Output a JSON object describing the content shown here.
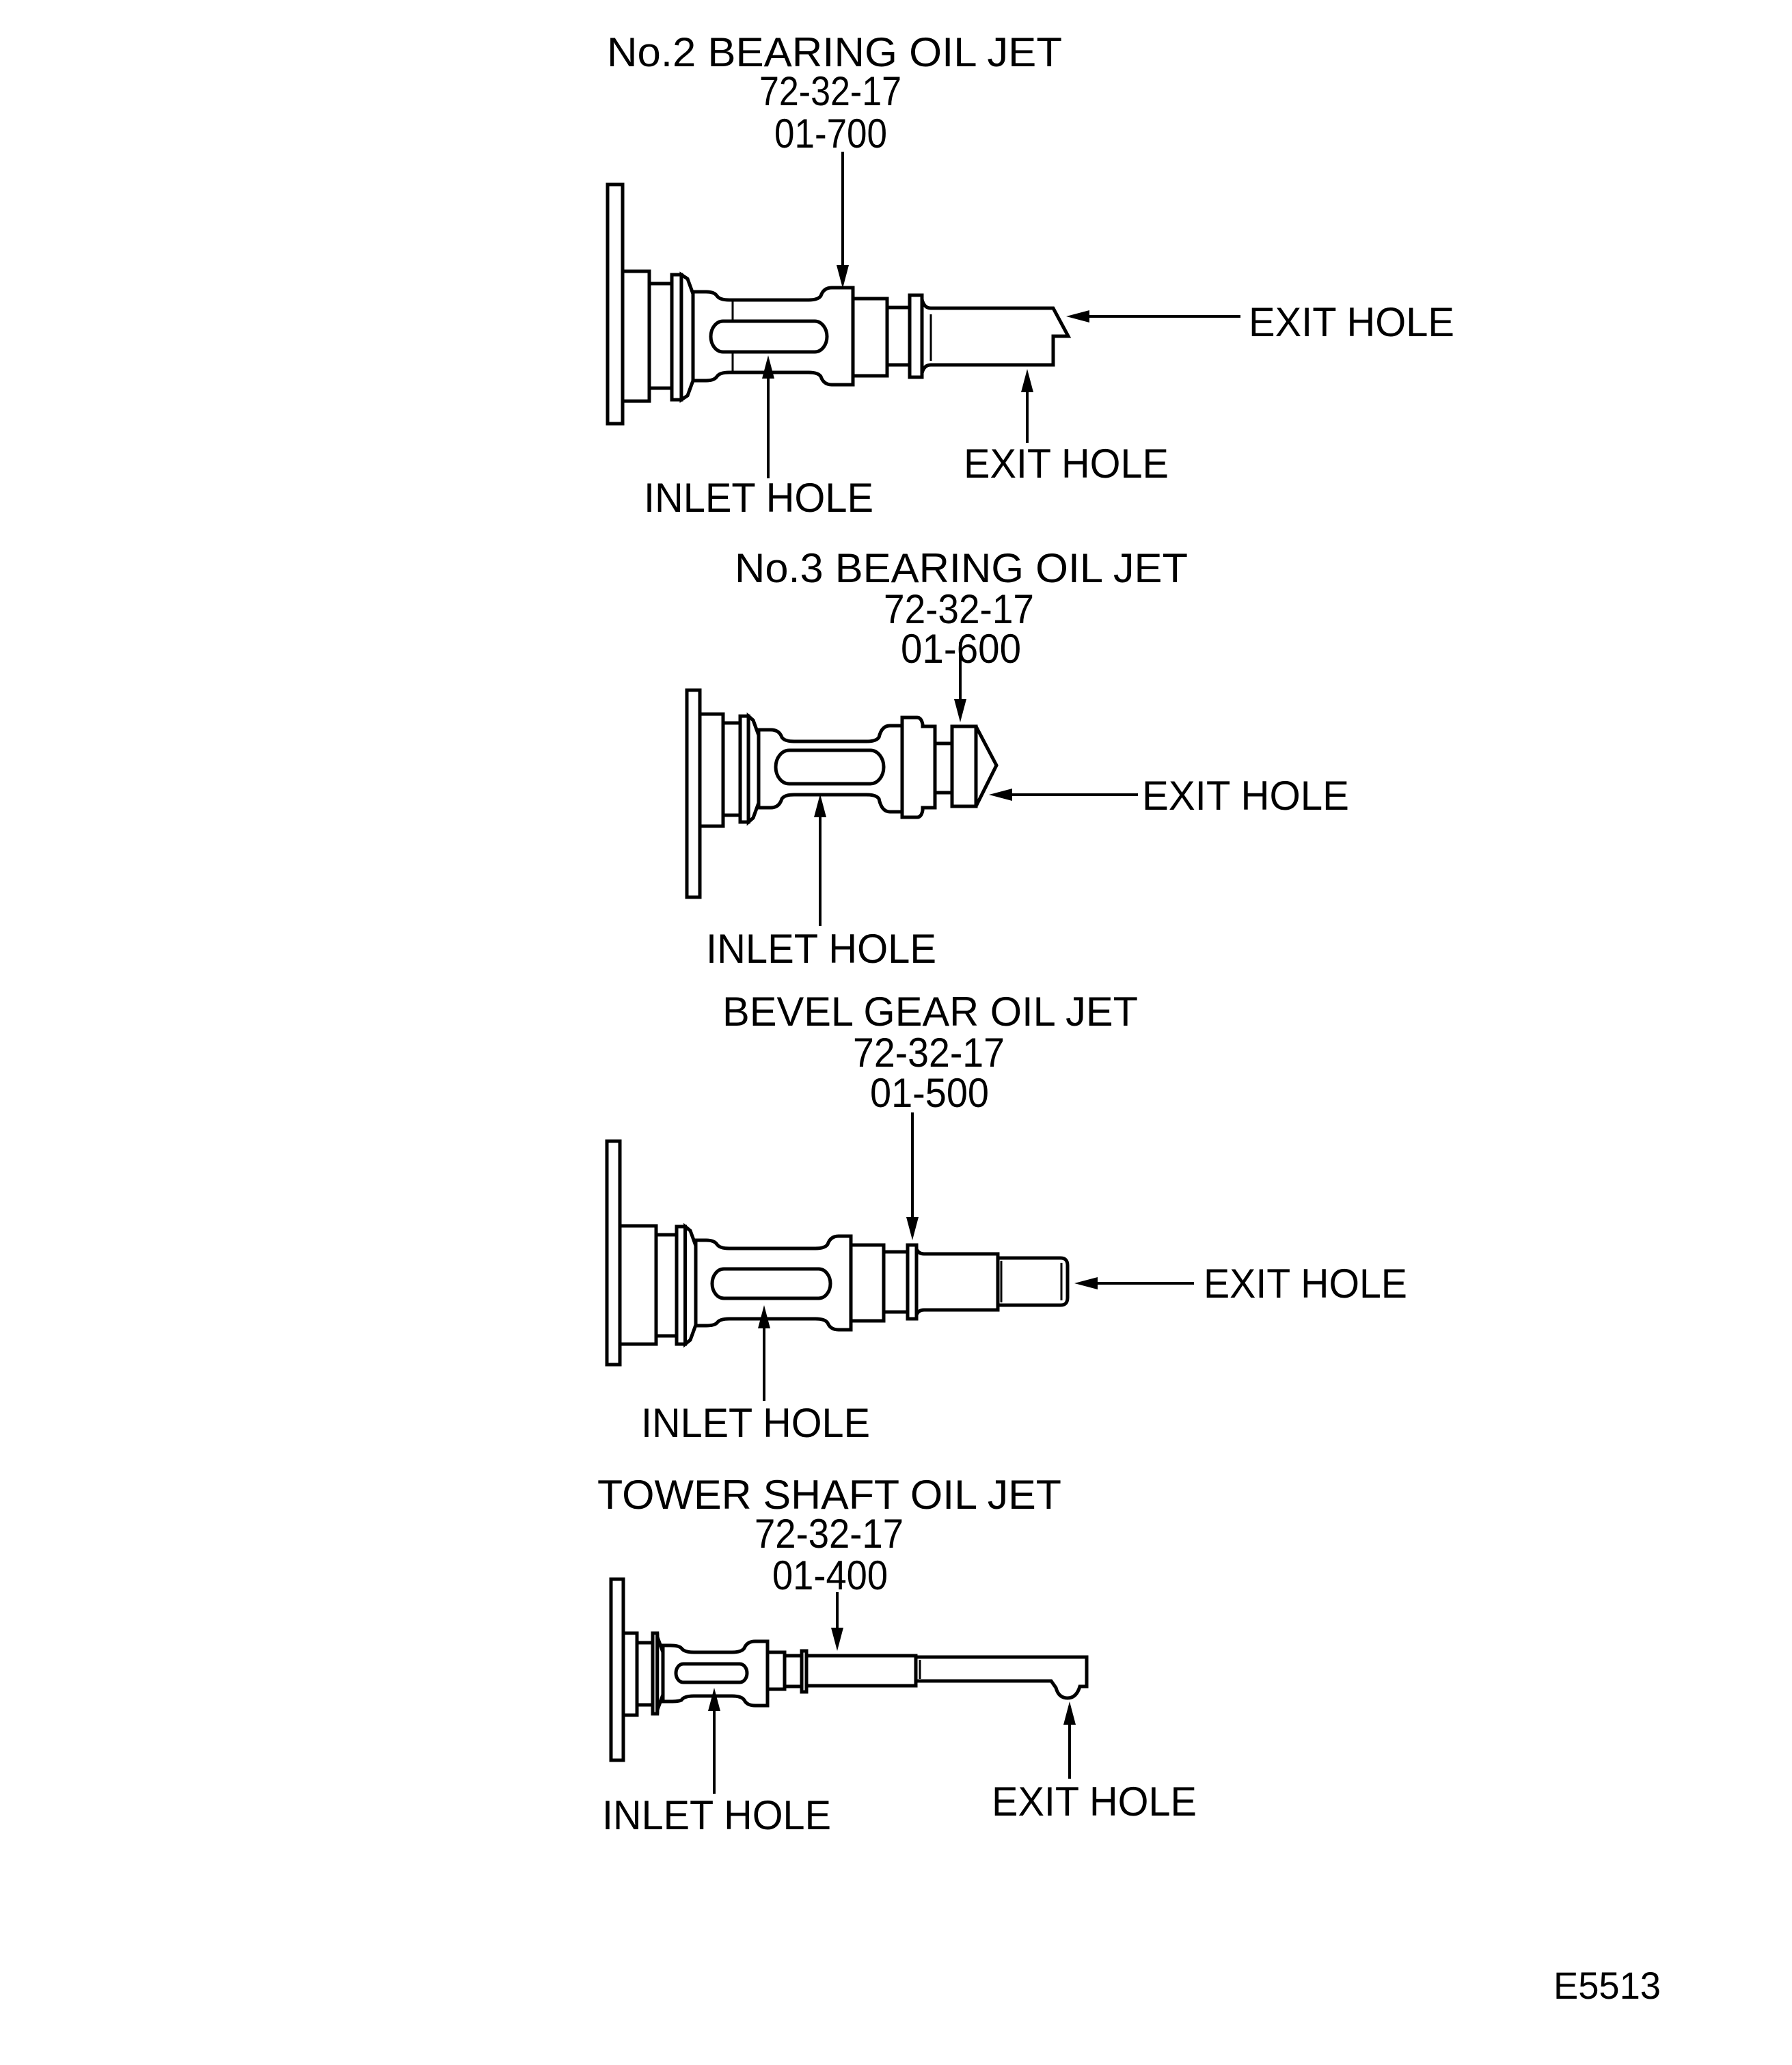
{
  "figure_id": "E5513",
  "colors": {
    "ink": "#000000",
    "paper": "#ffffff"
  },
  "jets": [
    {
      "name": "No.2 BEARING OIL JET",
      "ata_ref": "72-32-17",
      "item": "01-700",
      "callouts": [
        "INLET HOLE",
        "EXIT HOLE",
        "EXIT HOLE"
      ]
    },
    {
      "name": "No.3 BEARING OIL JET",
      "ata_ref": "72-32-17",
      "item": "01-600",
      "callouts": [
        "INLET HOLE",
        "EXIT HOLE"
      ]
    },
    {
      "name": "BEVEL GEAR OIL JET",
      "ata_ref": "72-32-17",
      "item": "01-500",
      "callouts": [
        "INLET HOLE",
        "EXIT HOLE"
      ]
    },
    {
      "name": "TOWER SHAFT OIL JET",
      "ata_ref": "72-32-17",
      "item": "01-400",
      "callouts": [
        "INLET HOLE",
        "EXIT HOLE"
      ]
    }
  ]
}
